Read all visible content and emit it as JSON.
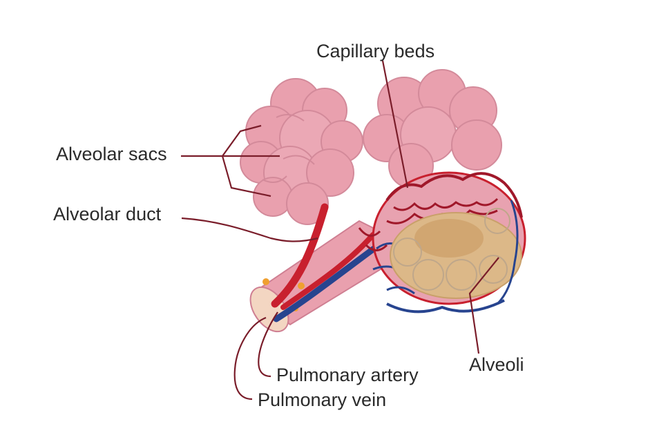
{
  "labels": {
    "capillary_beds": "Capillary beds",
    "alveolar_sacs": "Alveolar sacs",
    "alveolar_duct": "Alveolar duct",
    "alveoli": "Alveoli",
    "pulmonary_artery": "Pulmonary artery",
    "pulmonary_vein": "Pulmonary vein"
  },
  "colors": {
    "tissue_pink": "#e9a0ae",
    "tissue_dark": "#cf7f92",
    "artery_red": "#c8202e",
    "vein_blue": "#27448f",
    "capillary_red": "#a0182a",
    "alveoli_tan": "#dcb888",
    "leader_line": "#7a1d2a"
  }
}
